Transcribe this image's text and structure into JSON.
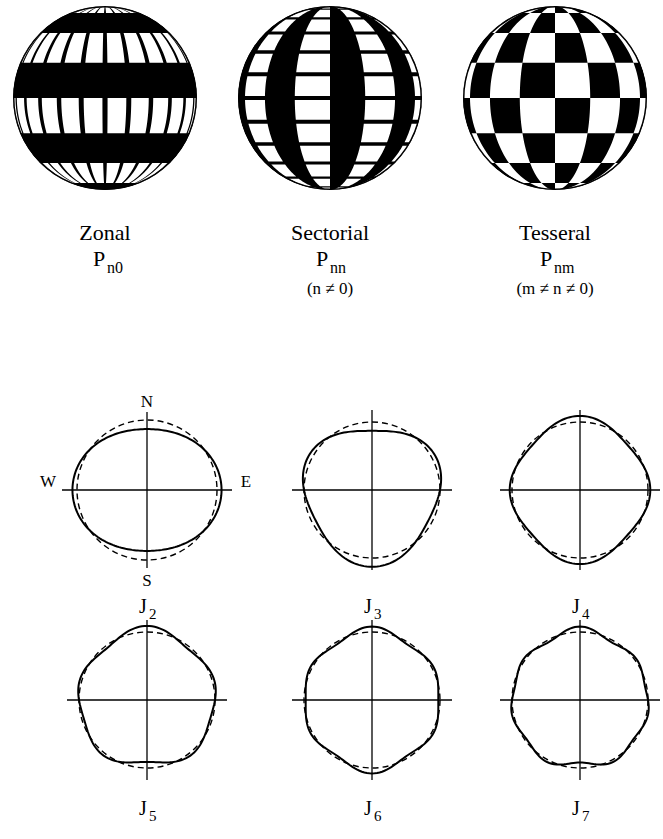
{
  "diagram": {
    "labels": [
      "Zonal",
      "P",
      "n0",
      "Sectorial",
      "P",
      "nn",
      "(n ≠ 0)",
      "Tesseral",
      "P",
      "nm",
      "(m ≠ n ≠ 0)",
      "N",
      "W",
      "E",
      "S",
      "J",
      "2",
      "J",
      "3",
      "J",
      "4",
      "J",
      "5",
      "J",
      "6",
      "J",
      "7"
    ]
  }
}
